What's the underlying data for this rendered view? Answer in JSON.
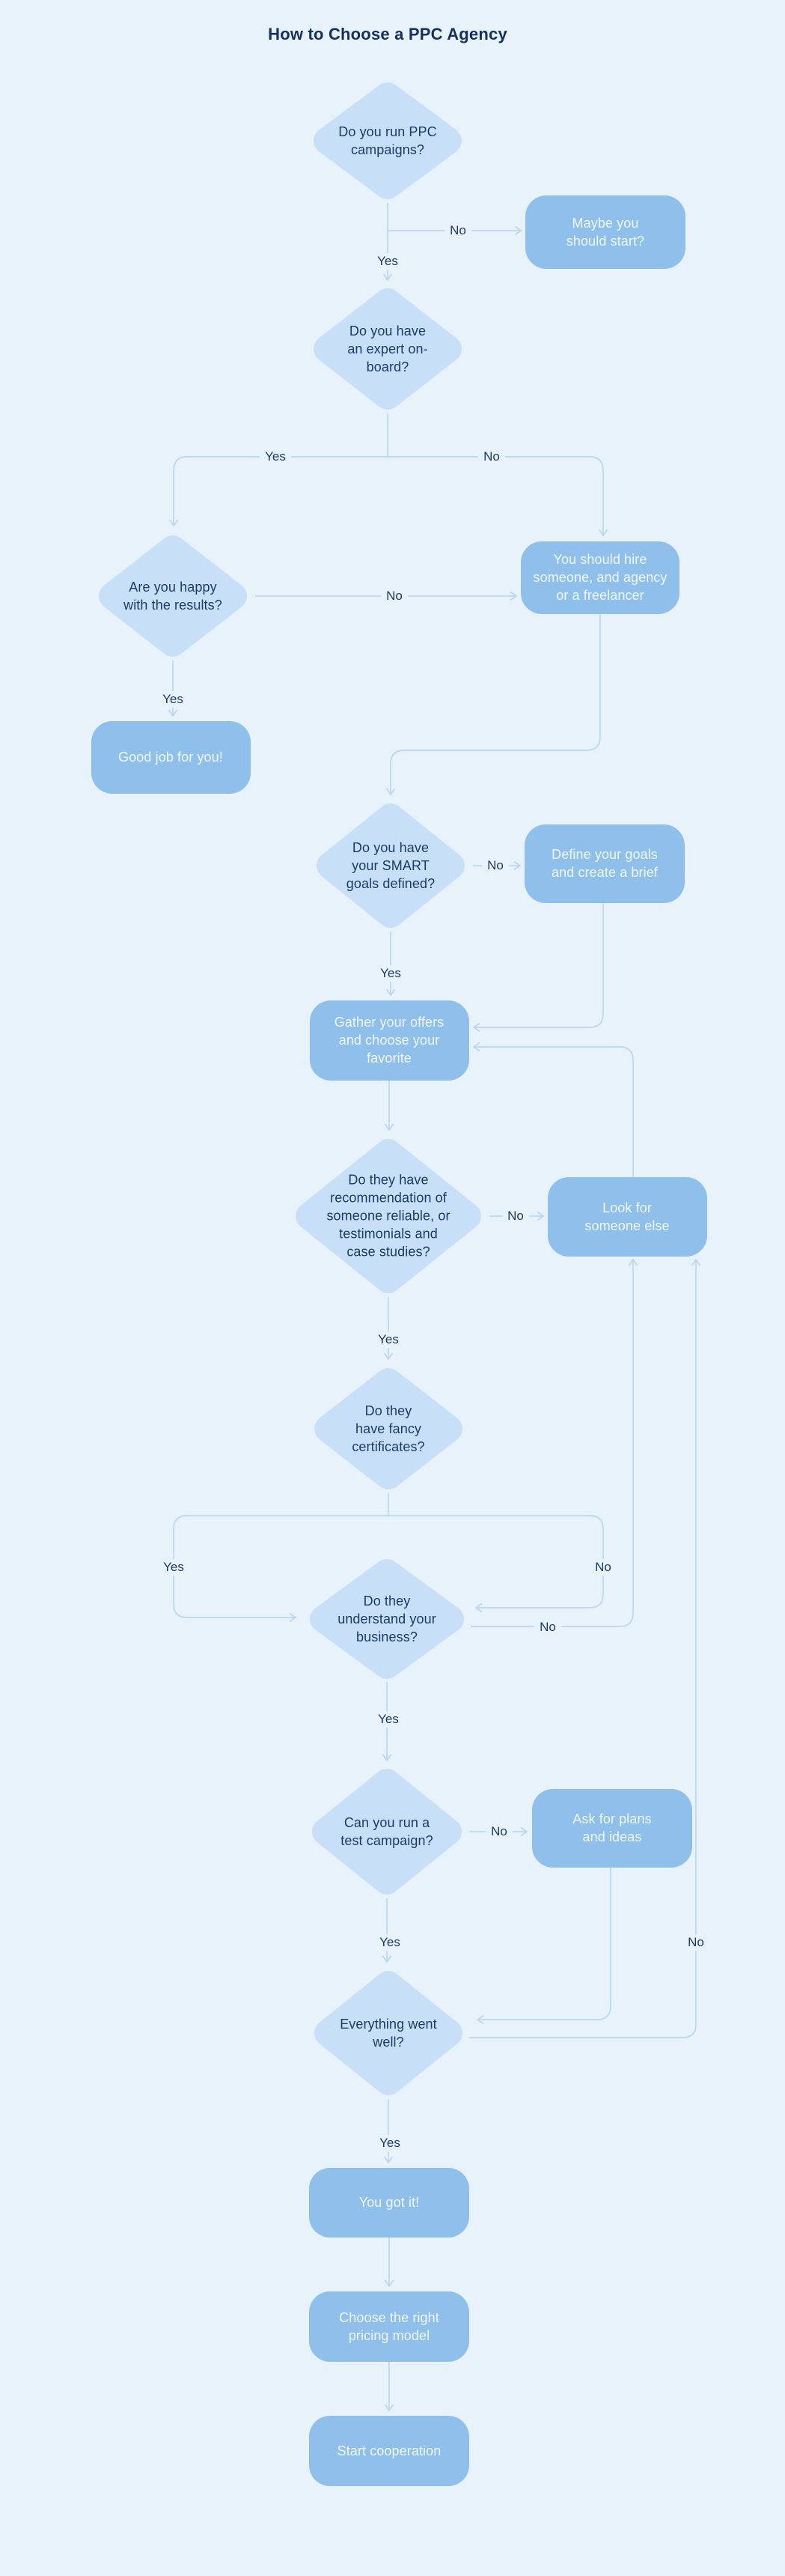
{
  "title": "How to Choose a PPC Agency",
  "colors": {
    "background": "#e8f2fb",
    "diamond_fill": "#c7dff7",
    "box_fill": "#8fc0ec",
    "connector_line": "#bcd6f0",
    "dark_text": "#1d3a69",
    "light_text": "#f1f7fe"
  },
  "nodes": {
    "q_run_ppc": {
      "type": "decision",
      "text": "Do you run PPC campaigns?"
    },
    "maybe_start": {
      "type": "action",
      "text": "Maybe you should start?"
    },
    "q_expert": {
      "type": "decision",
      "text": "Do you have an expert on-board?"
    },
    "q_happy": {
      "type": "decision",
      "text": "Are you happy with the results?"
    },
    "hire_someone": {
      "type": "action",
      "text": "You should hire someone, and agency or a freelancer"
    },
    "good_job": {
      "type": "action",
      "text": "Good job for you!"
    },
    "q_smart_goals": {
      "type": "decision",
      "text": "Do you have your SMART goals defined?"
    },
    "define_goals": {
      "type": "action",
      "text": "Define your goals and create a brief"
    },
    "gather_offers": {
      "type": "action",
      "text": "Gather your offers and choose your favorite"
    },
    "q_recommendation": {
      "type": "decision",
      "text": "Do they have recommendation of someone reliable, or testimonials and case studies?"
    },
    "look_someone_else": {
      "type": "action",
      "text": "Look for someone else"
    },
    "q_certificates": {
      "type": "decision",
      "text": "Do they have fancy certificates?"
    },
    "q_understand": {
      "type": "decision",
      "text": "Do they understand your business?"
    },
    "q_test_campaign": {
      "type": "decision",
      "text": "Can you run a test campaign?"
    },
    "ask_plans": {
      "type": "action",
      "text": "Ask for plans and ideas"
    },
    "q_went_well": {
      "type": "decision",
      "text": "Everything went well?"
    },
    "you_got_it": {
      "type": "action",
      "text": "You got it!"
    },
    "pricing_model": {
      "type": "action",
      "text": "Choose the right pricing model"
    },
    "start_cooperation": {
      "type": "action",
      "text": "Start cooperation"
    }
  },
  "edges": [
    {
      "from": "q_run_ppc",
      "to": "maybe_start",
      "label": "No"
    },
    {
      "from": "q_run_ppc",
      "to": "q_expert",
      "label": "Yes"
    },
    {
      "from": "q_expert",
      "to": "q_happy",
      "label": "Yes"
    },
    {
      "from": "q_expert",
      "to": "hire_someone",
      "label": "No"
    },
    {
      "from": "q_happy",
      "to": "hire_someone",
      "label": "No"
    },
    {
      "from": "q_happy",
      "to": "good_job",
      "label": "Yes"
    },
    {
      "from": "hire_someone",
      "to": "q_smart_goals",
      "label": ""
    },
    {
      "from": "q_smart_goals",
      "to": "define_goals",
      "label": "No"
    },
    {
      "from": "q_smart_goals",
      "to": "gather_offers",
      "label": "Yes"
    },
    {
      "from": "define_goals",
      "to": "gather_offers",
      "label": ""
    },
    {
      "from": "gather_offers",
      "to": "q_recommendation",
      "label": ""
    },
    {
      "from": "q_recommendation",
      "to": "look_someone_else",
      "label": "No"
    },
    {
      "from": "q_recommendation",
      "to": "q_certificates",
      "label": "Yes"
    },
    {
      "from": "look_someone_else",
      "to": "gather_offers",
      "label": ""
    },
    {
      "from": "q_certificates",
      "to": "q_understand",
      "label": "Yes"
    },
    {
      "from": "q_certificates",
      "to": "q_understand",
      "label": "No"
    },
    {
      "from": "q_understand",
      "to": "look_someone_else",
      "label": "No"
    },
    {
      "from": "q_understand",
      "to": "q_test_campaign",
      "label": "Yes"
    },
    {
      "from": "q_test_campaign",
      "to": "ask_plans",
      "label": "No"
    },
    {
      "from": "q_test_campaign",
      "to": "q_went_well",
      "label": "Yes"
    },
    {
      "from": "ask_plans",
      "to": "q_went_well",
      "label": ""
    },
    {
      "from": "q_went_well",
      "to": "look_someone_else",
      "label": "No"
    },
    {
      "from": "q_went_well",
      "to": "you_got_it",
      "label": "Yes"
    },
    {
      "from": "you_got_it",
      "to": "pricing_model",
      "label": ""
    },
    {
      "from": "pricing_model",
      "to": "start_cooperation",
      "label": ""
    }
  ]
}
